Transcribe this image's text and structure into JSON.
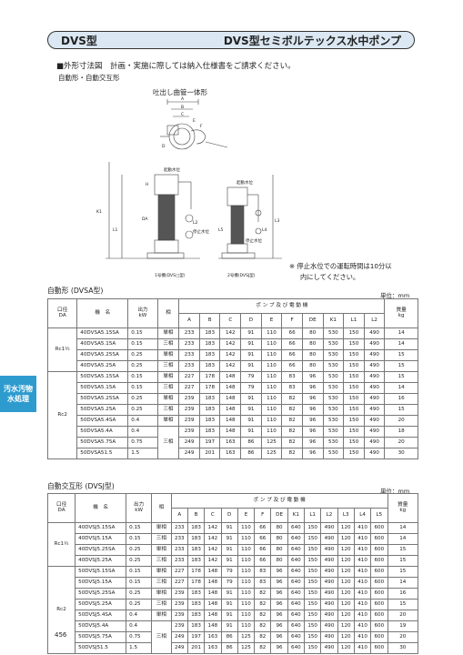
{
  "header": {
    "left": "DVS型",
    "right": "DVS型セミボルテックス水中ポンプ"
  },
  "section_title": "■外形寸法図　計画・実施に際しては納入仕様書をご請求ください。",
  "subsection": "自動形・自動交互形",
  "figure_label": "吐出し曲管一体形",
  "diagram_labels": {
    "fig1": "1号機(DVS□型)",
    "fig2": "2号機(DVSJ型)",
    "start1": "起動水位",
    "start2": "起動水位",
    "stop1": "停止水位",
    "stop2": "停止水位",
    "letters": [
      "A",
      "B",
      "C",
      "D",
      "E",
      "F",
      "DE",
      "K1",
      "L1",
      "L2",
      "L3",
      "L4",
      "L5",
      "DA",
      "H"
    ]
  },
  "note": [
    "※ 停止水位での運転時間は10分以",
    "内にしてください。"
  ],
  "side_tab": [
    "汚水汚物",
    "水処理"
  ],
  "page_number": "456",
  "table1": {
    "title": "自動形 (DVSA型)",
    "unit": "単位：mm",
    "headers": {
      "bore": "口径",
      "bore_sub": "DA",
      "model": "機　名",
      "output": "出力",
      "output_sub": "kW",
      "phase": "相",
      "group": "ポ ン プ 及 び 電 動 機",
      "mass": "質量",
      "mass_sub": "kg"
    },
    "cols": [
      "A",
      "B",
      "C",
      "D",
      "E",
      "F",
      "DE",
      "K1",
      "L1",
      "L2"
    ],
    "rows": [
      {
        "bore": "Rc1½",
        "model": "40DVSA5.15SA",
        "out": "0.15",
        "phase": "単相",
        "vals": [
          "233",
          "183",
          "142",
          "91",
          "110",
          "66",
          "80",
          "530",
          "150",
          "490",
          "14"
        ]
      },
      {
        "bore": "",
        "model": "40DVSA5.15A",
        "out": "0.15",
        "phase": "三相",
        "vals": [
          "233",
          "183",
          "142",
          "91",
          "110",
          "66",
          "80",
          "530",
          "150",
          "490",
          "14"
        ]
      },
      {
        "bore": "",
        "model": "40DVSA5.25SA",
        "out": "0.25",
        "phase": "単相",
        "vals": [
          "233",
          "183",
          "142",
          "91",
          "110",
          "66",
          "80",
          "530",
          "150",
          "490",
          "15"
        ]
      },
      {
        "bore": "",
        "model": "40DVSA5.25A",
        "out": "0.25",
        "phase": "三相",
        "vals": [
          "233",
          "183",
          "142",
          "91",
          "110",
          "66",
          "80",
          "530",
          "150",
          "490",
          "15"
        ]
      },
      {
        "bore": "Rc2",
        "model": "50DVSA5.15SA",
        "out": "0.15",
        "phase": "単相",
        "vals": [
          "227",
          "178",
          "148",
          "79",
          "110",
          "83",
          "96",
          "530",
          "150",
          "490",
          "15"
        ]
      },
      {
        "bore": "",
        "model": "50DVSA5.15A",
        "out": "0.15",
        "phase": "三相",
        "vals": [
          "227",
          "178",
          "148",
          "79",
          "110",
          "83",
          "96",
          "530",
          "150",
          "490",
          "14"
        ]
      },
      {
        "bore": "",
        "model": "50DVSA5.25SA",
        "out": "0.25",
        "phase": "単相",
        "vals": [
          "239",
          "183",
          "148",
          "91",
          "110",
          "82",
          "96",
          "530",
          "150",
          "490",
          "16"
        ]
      },
      {
        "bore": "",
        "model": "50DVSA5.25A",
        "out": "0.25",
        "phase": "三相",
        "vals": [
          "239",
          "183",
          "148",
          "91",
          "110",
          "82",
          "96",
          "530",
          "150",
          "490",
          "15"
        ]
      },
      {
        "bore": "",
        "model": "50DVSA5.4SA",
        "out": "0.4",
        "phase": "単相",
        "vals": [
          "239",
          "183",
          "148",
          "91",
          "110",
          "82",
          "96",
          "530",
          "150",
          "490",
          "20"
        ]
      },
      {
        "bore": "",
        "model": "50DVSA5.4A",
        "out": "0.4",
        "phase": "",
        "vals": [
          "239",
          "183",
          "148",
          "91",
          "110",
          "82",
          "96",
          "530",
          "150",
          "490",
          "18"
        ]
      },
      {
        "bore": "",
        "model": "50DVSA5.75A",
        "out": "0.75",
        "phase": "三相",
        "vals": [
          "249",
          "197",
          "163",
          "86",
          "125",
          "82",
          "96",
          "530",
          "150",
          "490",
          "20"
        ]
      },
      {
        "bore": "",
        "model": "50DVSA51.5",
        "out": "1.5",
        "phase": "",
        "vals": [
          "249",
          "201",
          "163",
          "86",
          "125",
          "82",
          "96",
          "530",
          "150",
          "490",
          "30"
        ]
      }
    ]
  },
  "table2": {
    "title": "自動交互形 (DVSJ型)",
    "unit": "単位：mm",
    "headers": {
      "bore": "口径",
      "bore_sub": "DA",
      "model": "機　名",
      "output": "出力",
      "output_sub": "kW",
      "phase": "相",
      "group": "ポ ン プ 及 び 電 動 機",
      "mass": "質量",
      "mass_sub": "kg"
    },
    "cols": [
      "A",
      "B",
      "C",
      "D",
      "E",
      "F",
      "DE",
      "K1",
      "L1",
      "L2",
      "L3",
      "L4",
      "L5"
    ],
    "rows": [
      {
        "bore": "Rc1½",
        "model": "40DVSJ5.15SA",
        "out": "0.15",
        "phase": "単相",
        "vals": [
          "233",
          "183",
          "142",
          "91",
          "110",
          "66",
          "80",
          "640",
          "150",
          "490",
          "120",
          "410",
          "600",
          "14"
        ]
      },
      {
        "bore": "",
        "model": "40DVSJ5.15A",
        "out": "0.15",
        "phase": "三相",
        "vals": [
          "233",
          "183",
          "142",
          "91",
          "110",
          "66",
          "80",
          "640",
          "150",
          "490",
          "120",
          "410",
          "600",
          "14"
        ]
      },
      {
        "bore": "",
        "model": "40DVSJ5.25SA",
        "out": "0.25",
        "phase": "単相",
        "vals": [
          "233",
          "183",
          "142",
          "91",
          "110",
          "66",
          "80",
          "640",
          "150",
          "490",
          "120",
          "410",
          "600",
          "15"
        ]
      },
      {
        "bore": "",
        "model": "40DVSJ5.25A",
        "out": "0.25",
        "phase": "三相",
        "vals": [
          "233",
          "183",
          "142",
          "91",
          "110",
          "66",
          "80",
          "640",
          "150",
          "490",
          "120",
          "410",
          "600",
          "15"
        ]
      },
      {
        "bore": "Rc2",
        "model": "50DVSJ5.15SA",
        "out": "0.15",
        "phase": "単相",
        "vals": [
          "227",
          "178",
          "148",
          "79",
          "110",
          "83",
          "96",
          "640",
          "150",
          "490",
          "120",
          "410",
          "600",
          "15"
        ]
      },
      {
        "bore": "",
        "model": "50DVSJ5.15A",
        "out": "0.15",
        "phase": "三相",
        "vals": [
          "227",
          "178",
          "148",
          "79",
          "110",
          "83",
          "96",
          "640",
          "150",
          "490",
          "120",
          "410",
          "600",
          "14"
        ]
      },
      {
        "bore": "",
        "model": "50DVSJ5.25SA",
        "out": "0.25",
        "phase": "単相",
        "vals": [
          "239",
          "183",
          "148",
          "91",
          "110",
          "82",
          "96",
          "640",
          "150",
          "490",
          "120",
          "410",
          "600",
          "16"
        ]
      },
      {
        "bore": "",
        "model": "50DVSJ5.25A",
        "out": "0.25",
        "phase": "三相",
        "vals": [
          "239",
          "183",
          "148",
          "91",
          "110",
          "82",
          "96",
          "640",
          "150",
          "490",
          "120",
          "410",
          "600",
          "15"
        ]
      },
      {
        "bore": "",
        "model": "50DVSJ5.4SA",
        "out": "0.4",
        "phase": "単相",
        "vals": [
          "239",
          "183",
          "148",
          "91",
          "110",
          "82",
          "96",
          "640",
          "150",
          "490",
          "120",
          "410",
          "600",
          "20"
        ]
      },
      {
        "bore": "",
        "model": "50DVSJ5.4A",
        "out": "0.4",
        "phase": "",
        "vals": [
          "239",
          "183",
          "148",
          "91",
          "110",
          "82",
          "96",
          "640",
          "150",
          "490",
          "120",
          "410",
          "600",
          "19"
        ]
      },
      {
        "bore": "",
        "model": "50DVSJ5.75A",
        "out": "0.75",
        "phase": "三相",
        "vals": [
          "249",
          "197",
          "163",
          "86",
          "125",
          "82",
          "96",
          "640",
          "150",
          "490",
          "120",
          "410",
          "600",
          "20"
        ]
      },
      {
        "bore": "",
        "model": "50DVSJ51.5",
        "out": "1.5",
        "phase": "",
        "vals": [
          "249",
          "201",
          "163",
          "86",
          "125",
          "82",
          "96",
          "640",
          "150",
          "490",
          "120",
          "410",
          "600",
          "30"
        ]
      }
    ]
  }
}
